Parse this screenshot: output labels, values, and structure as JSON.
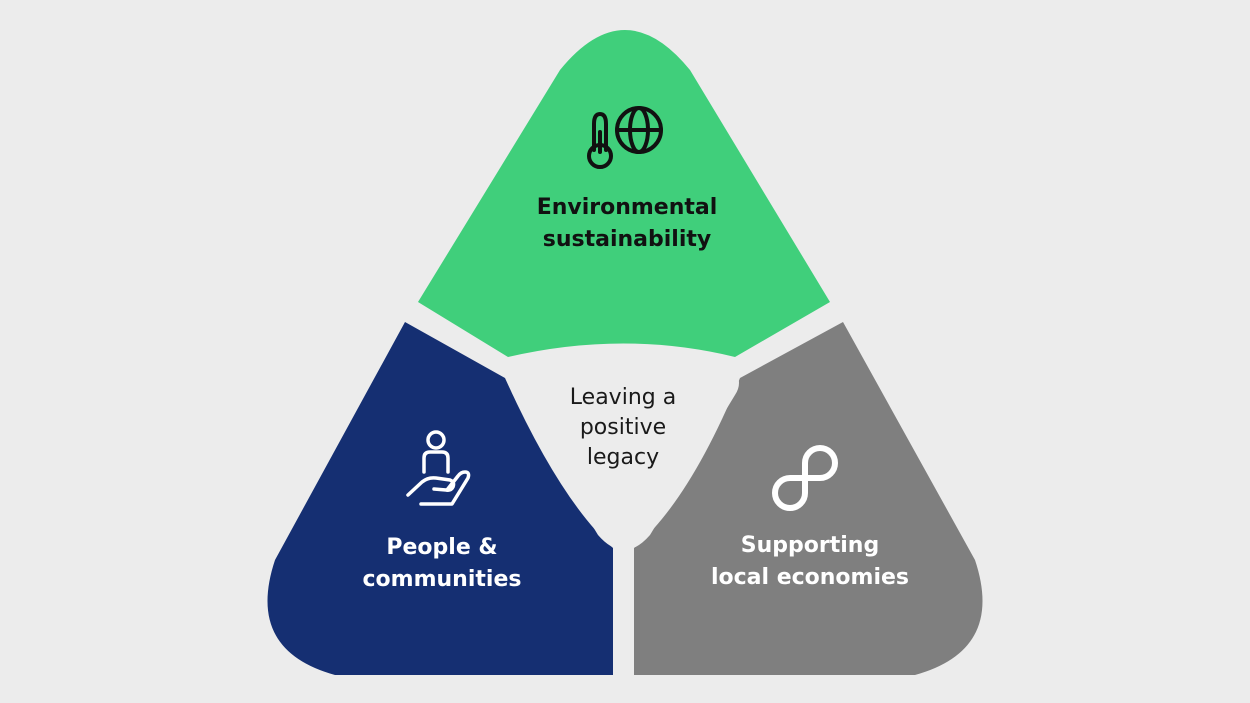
{
  "diagram": {
    "center": {
      "lines": [
        "Leaving a",
        "positive",
        "legacy"
      ]
    },
    "segments": {
      "environment": {
        "lines": [
          "Environmental",
          "sustainability"
        ],
        "icon": "thermometer-globe-icon",
        "color": "#40cf7b"
      },
      "people": {
        "lines": [
          "People &",
          "communities"
        ],
        "icon": "person-hand-icon",
        "color": "#152f72"
      },
      "economy": {
        "lines": [
          "Supporting",
          "local economies"
        ],
        "icon": "infinity-loop-icon",
        "color": "#7f7f7f"
      }
    },
    "background": "#ececec"
  }
}
